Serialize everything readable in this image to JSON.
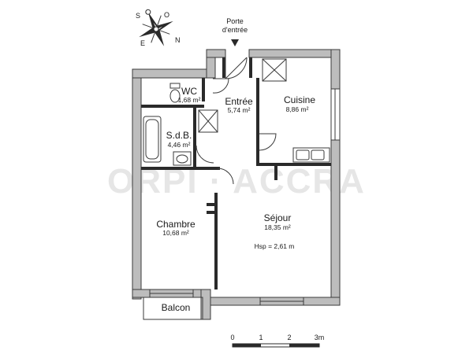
{
  "entrance": {
    "line1": "Porte",
    "line2": "d'entrée"
  },
  "rooms": {
    "wc": {
      "name": "WC",
      "area": "1,68 m²"
    },
    "entree": {
      "name": "Entrée",
      "area": "5,74 m²"
    },
    "cuisine": {
      "name": "Cuisine",
      "area": "8,86 m²"
    },
    "sdb": {
      "name": "S.d.B.",
      "area": "4,46 m²"
    },
    "chambre": {
      "name": "Chambre",
      "area": "10,68 m²"
    },
    "sejour": {
      "name": "Séjour",
      "area": "18,35 m²",
      "note": "Hsp = 2,61 m"
    },
    "balcon": {
      "name": "Balcon"
    }
  },
  "compass": {
    "n": "N",
    "e": "E",
    "s": "S",
    "o": "O"
  },
  "scale": {
    "labels": [
      "0",
      "1",
      "2",
      "3m"
    ]
  },
  "colors": {
    "wall": "#bdbdbd",
    "outline": "#3a3a3a",
    "text": "#1a1a1a"
  }
}
